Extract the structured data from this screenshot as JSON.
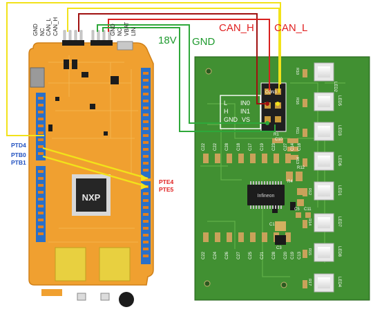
{
  "header_pins": {
    "left_group": [
      "GND",
      "NC",
      "CAN_L",
      "CAN_H"
    ],
    "right_group": [
      "GND",
      "NC",
      "VBAT",
      "LIN"
    ]
  },
  "wire_labels": {
    "can_h": "CAN_H",
    "can_l": "CAN_L",
    "v18": "18V",
    "gnd": "GND"
  },
  "pin_labels": {
    "ptd4": "PTD4",
    "ptb0": "PTB0",
    "ptb1": "PTB1",
    "pte4": "PTE4",
    "pte5": "PTE5"
  },
  "board_marks": {
    "chip_logo": "NXP",
    "ic_logo": "Infineon"
  },
  "connector": {
    "title": "CON3",
    "rows": [
      {
        "left": "L",
        "right": "IN0"
      },
      {
        "left": "H",
        "right": "IN1"
      },
      {
        "left": "GND",
        "right": "VS"
      }
    ]
  },
  "led_labels": [
    "LED2",
    "LED5",
    "LED3",
    "LED6",
    "LED1",
    "LED7",
    "LED8",
    "LED4"
  ],
  "led_resistors": [
    "R10",
    "R16",
    "R11",
    "R13",
    "R12",
    "R14",
    "R15",
    "R17"
  ],
  "top_caps": [
    "C22",
    "C22",
    "C28",
    "C18",
    "C17",
    "C19",
    "C23",
    "C27",
    "C14",
    "C18"
  ],
  "bottom_caps": [
    "C22",
    "C24",
    "C26",
    "C27",
    "C25",
    "C21",
    "C28",
    "C20",
    "C19",
    "C13"
  ],
  "misc_refs": [
    "R1",
    "C10",
    "R12",
    "C1",
    "C3",
    "R4",
    "C5",
    "C11"
  ],
  "colors": {
    "board_orange": "#f0a030",
    "pcb_green": "#3c8a2e",
    "wire_yellow": "#f2e21a",
    "wire_red": "#d8201e",
    "wire_darkred": "#a01010",
    "wire_green": "#2ea83a",
    "label_red": "#e02020",
    "label_green": "#1e9a2e",
    "label_blue": "#2050c0"
  }
}
